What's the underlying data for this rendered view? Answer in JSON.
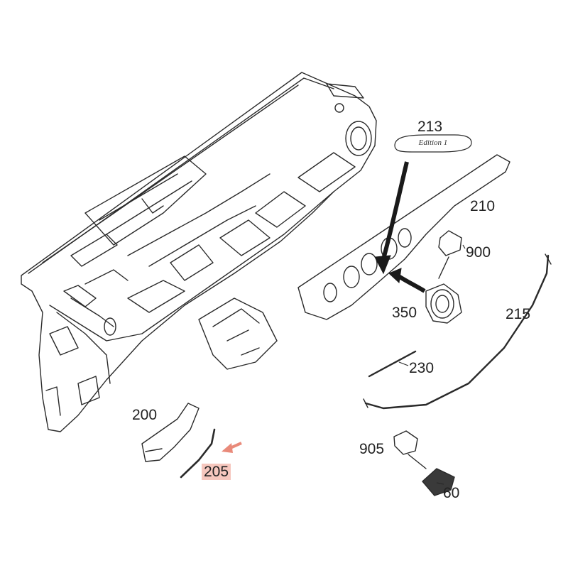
{
  "callouts": {
    "c213": "213",
    "c210": "210",
    "c900": "900",
    "c350": "350",
    "c215": "215",
    "c230": "230",
    "c200": "200",
    "c205": "205",
    "c905": "905",
    "c60": "60"
  },
  "badge_text": "Edition 1",
  "highlight_color": "#f6c7be",
  "arrow_color": "#e98a7a"
}
